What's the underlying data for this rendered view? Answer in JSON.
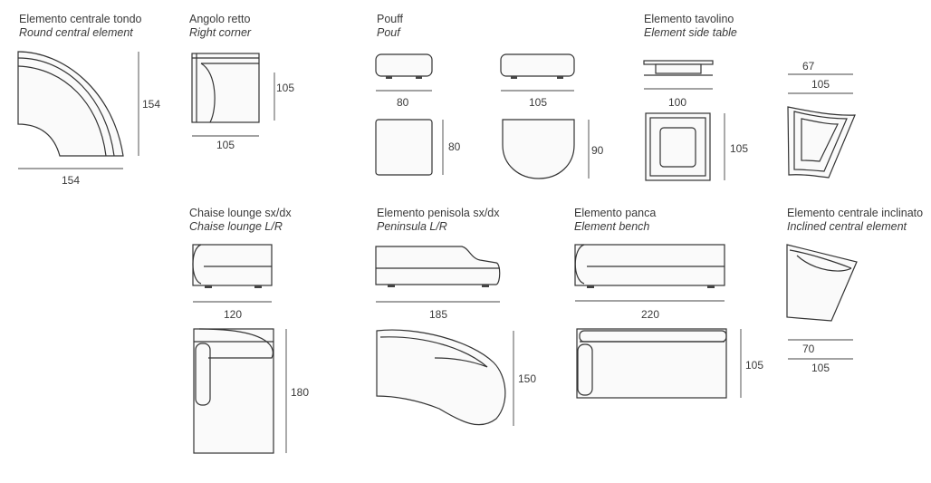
{
  "items": [
    {
      "title_it": "Elemento centrale tondo",
      "title_en": "Round central element",
      "dims": [
        "154",
        "154"
      ]
    },
    {
      "title_it": "Angolo retto",
      "title_en": "Right corner",
      "dims": [
        "105",
        "105"
      ]
    },
    {
      "title_it": "Pouff",
      "title_en": "Pouf",
      "dims": [
        "80",
        "105",
        "80",
        "90"
      ]
    },
    {
      "title_it": "Elemento tavolino",
      "title_en": "Element side table",
      "dims": [
        "100",
        "105",
        "67",
        "105"
      ]
    },
    {
      "title_it": "Chaise lounge sx/dx",
      "title_en": "Chaise lounge L/R",
      "dims": [
        "120",
        "180"
      ]
    },
    {
      "title_it": "Elemento penisola sx/dx",
      "title_en": "Peninsula L/R",
      "dims": [
        "185",
        "150"
      ]
    },
    {
      "title_it": "Elemento panca",
      "title_en": "Element bench",
      "dims": [
        "220",
        "105"
      ]
    },
    {
      "title_it": "Elemento centrale inclinato",
      "title_en": "Inclined central element",
      "dims": [
        "70",
        "105"
      ]
    }
  ]
}
